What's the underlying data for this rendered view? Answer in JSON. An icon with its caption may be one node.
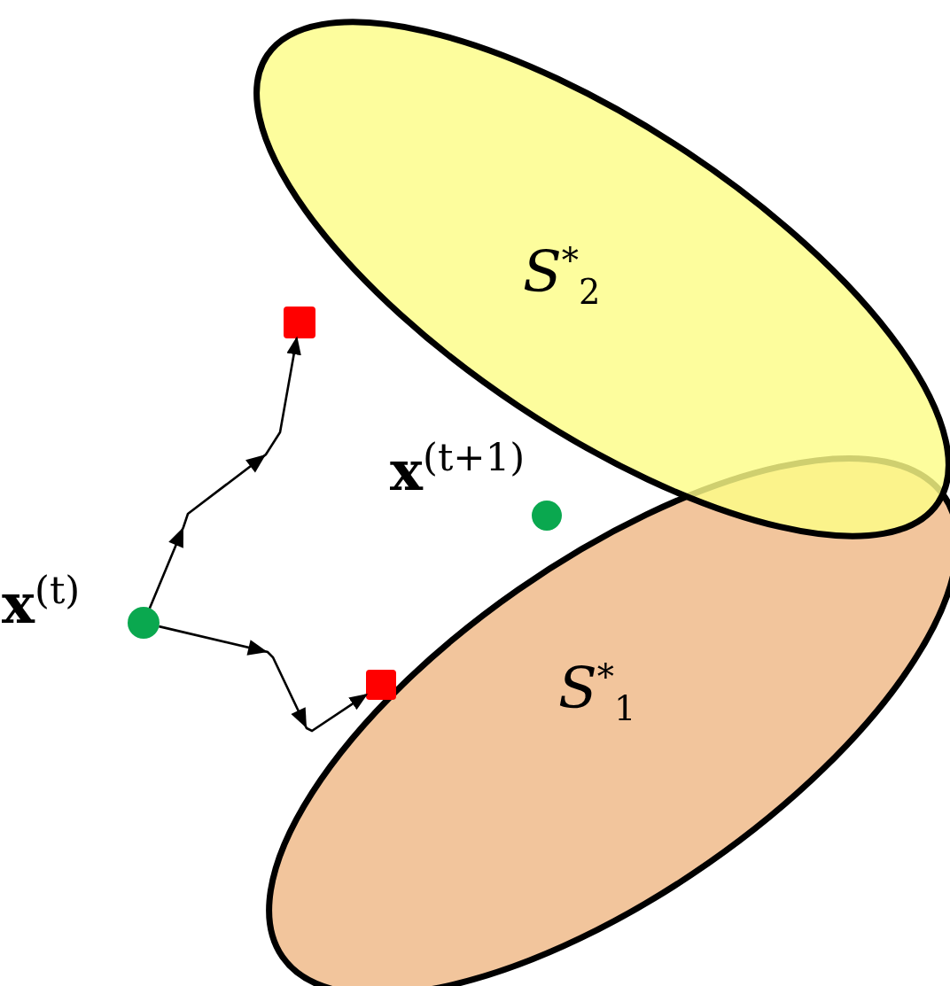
{
  "diagram": {
    "nodes": [
      {
        "text": [
          "*S*$^{*}$$_{2}$"
        ]
      },
      {
        "text": [],
        "shape": "box"
      },
      {
        "text": [],
        "shape": "circle",
        "beside": [
          "**x**$^{(t+1)}$"
        ]
      },
      {
        "text": [],
        "shape": "circle",
        "beside": [
          "**x**$^{(t)}$"
        ]
      },
      {
        "text": [],
        "shape": "box"
      },
      {
        "text": [
          "*S*$^{*}$$_{1}$"
        ]
      }
    ],
    "edges": [
      {
        "from": 3,
        "to": 1,
        "arrow": "to"
      },
      {
        "from": 3,
        "to": 4,
        "arrow": "to"
      }
    ]
  }
}
